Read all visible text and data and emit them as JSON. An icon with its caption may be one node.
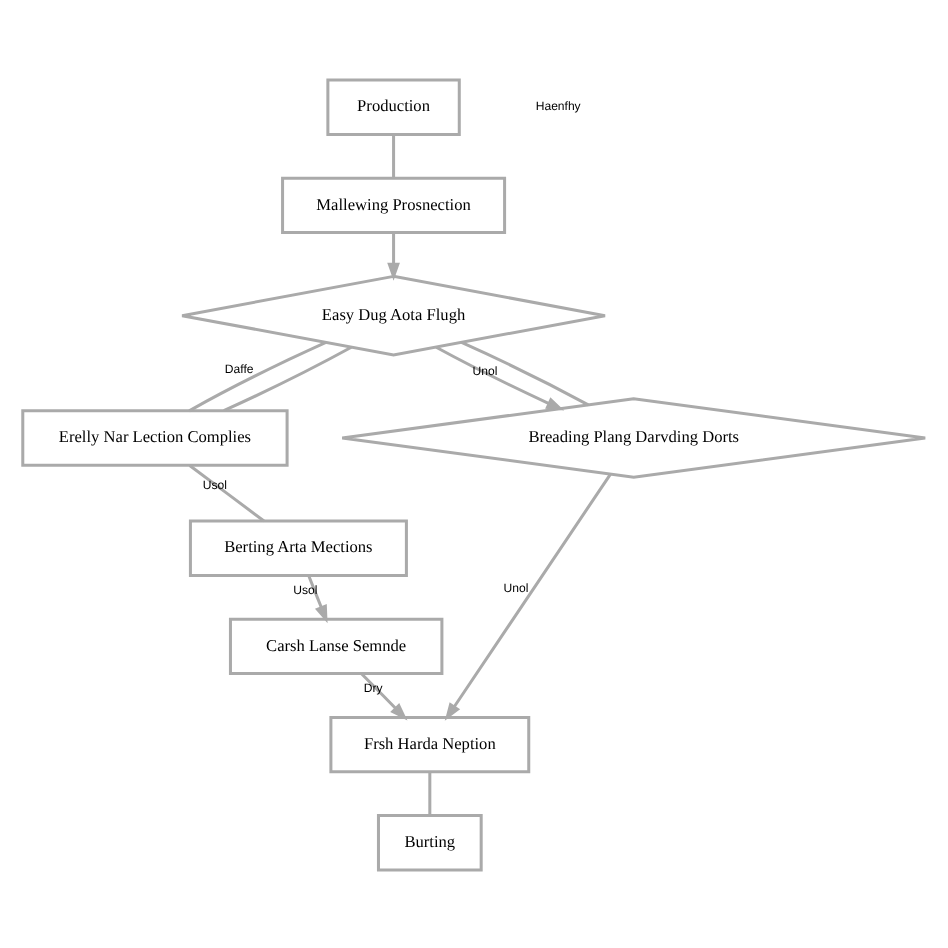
{
  "diagram": {
    "nodes": [
      {
        "text": [
          "Production"
        ]
      },
      {
        "text": [
          "Mallewing Prosnection"
        ]
      },
      {
        "text": [
          "Easy Dug Aota Flugh"
        ]
      },
      {
        "text": [
          "Erelly Nar Lection Complies"
        ]
      },
      {
        "text": [
          "Breading Plang Darvding Dorts"
        ]
      },
      {
        "text": [
          "Berting Arta Mections"
        ]
      },
      {
        "text": [
          "Carsh Lanse Semnde"
        ]
      },
      {
        "text": [
          "Frsh Harda Neption"
        ]
      },
      {
        "text": [
          "Burting"
        ]
      }
    ],
    "edges": [
      {
        "from": 0,
        "to": 1,
        "arrow": "none"
      },
      {
        "from": 1,
        "to": 2,
        "arrow": "to"
      },
      {
        "from": 2,
        "to": 3,
        "arrow": "none",
        "label": "Daffe"
      },
      {
        "from": 2,
        "to": 4,
        "arrow": "to",
        "label": "Unol"
      },
      {
        "from": 2,
        "to": 3,
        "arrow": "none"
      },
      {
        "from": 2,
        "to": 4,
        "arrow": "none"
      },
      {
        "from": 3,
        "to": 5,
        "arrow": "none",
        "label": "Usol"
      },
      {
        "from": 5,
        "to": 6,
        "arrow": "to",
        "label": "Usol"
      },
      {
        "from": 6,
        "to": 7,
        "arrow": "to",
        "label": "Dry"
      },
      {
        "from": 4,
        "to": 7,
        "arrow": "to",
        "label": "Unol"
      },
      {
        "from": 7,
        "to": 8,
        "arrow": "none"
      }
    ],
    "labels": [
      "Haenfhy"
    ]
  }
}
